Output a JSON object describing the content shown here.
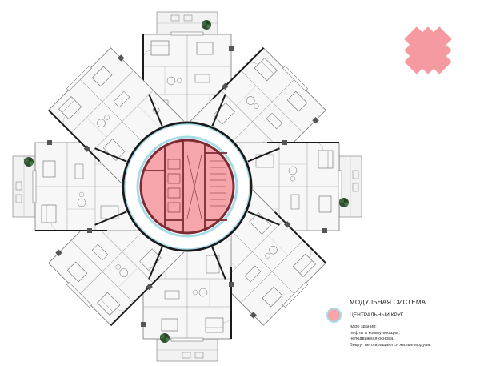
{
  "legend": {
    "title": "МОДУЛЬНАЯ СИСТЕМА",
    "item_label": "ЦЕНТРАЛЬНЫЙ КРУГ",
    "description": [
      "ядро здания;",
      "лифты и коммуникации;",
      "неподвижная основа.",
      "Вокруг него вращаются жилые модули."
    ]
  },
  "colors": {
    "core_fill": "#f6a5ab",
    "core_border": "#7a2b33",
    "accent_ring": "#a6dbe8",
    "modular_cross": "#f59aa0",
    "wall": "#1a1a1a",
    "plan_line": "#8a8a8a",
    "tree": "#2f4f2f"
  },
  "icons": {
    "modular_symbol": "cross-shape-icon",
    "tree": "tree-icon",
    "legend_swatch": "pink-circle-icon"
  }
}
